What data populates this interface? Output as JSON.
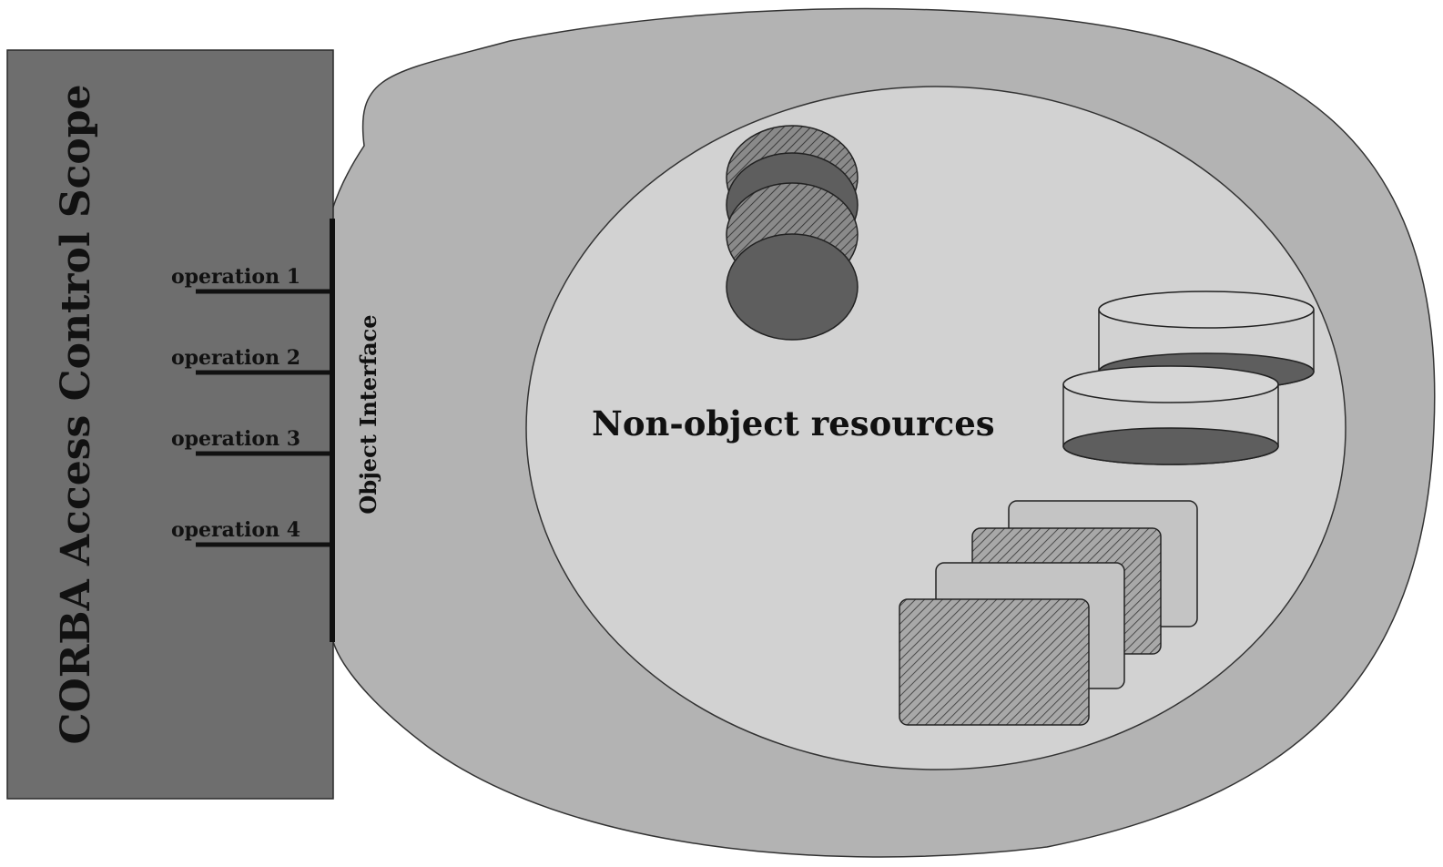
{
  "scope_title": "CORBA Access Control Scope",
  "interface_label": "Object Interface",
  "operations": [
    "operation 1",
    "operation 2",
    "operation 3",
    "operation 4"
  ],
  "resources_label": "Non-object resources",
  "colors": {
    "scope_panel": "#6e6e6e",
    "object_blob": "#b3b3b3",
    "inner_ellipse": "#d2d2d2",
    "disk_dark": "#5e5e5e",
    "outline": "#222222",
    "interface_bar": "#111111"
  },
  "icons": {
    "disk_stack": "disk-stack-icon",
    "cylinders": "cylinder-icon",
    "document_cards": "document-card-icon"
  }
}
